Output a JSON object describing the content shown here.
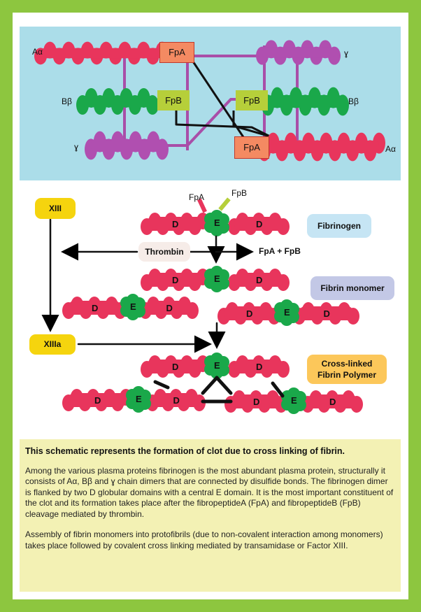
{
  "colors": {
    "frame": "#8dc63f",
    "top_panel": "#abdde9",
    "alpha_chain": "#e8355c",
    "beta_chain": "#1aa84a",
    "gamma_chain": "#b04fb0",
    "connector": "#a94ea8",
    "fp_box": "#f48a62",
    "fpb_box": "#b6cf3a",
    "domain_d": "#e8355c",
    "domain_e": "#1aa84a",
    "factor_box": "#f5d40e",
    "description_bg": "#f3f1b4"
  },
  "top_panel": {
    "aalpha_left": "Aα",
    "bbeta_left": "Bβ",
    "gamma_left": "ɣ",
    "gamma_right": "ɣ",
    "bbeta_right": "Bβ",
    "aalpha_right": "Aα",
    "fpa_top": "FpA",
    "fpb_left": "FpB",
    "fpb_right": "FpB",
    "fpa_bottom": "FpA"
  },
  "flow": {
    "xiii": "XIII",
    "xiiia": "XIIIa",
    "thrombin": "Thrombin",
    "fpa_small": "FpA",
    "fpb_small": "FpB",
    "cleavage_products": "FpA + FpB",
    "fibrinogen": "Fibrinogen",
    "fibrin_monomer": "Fibrin monomer",
    "crosslinked_line1": "Cross-linked",
    "crosslinked_line2": "Fibrin Polymer",
    "domain_d": "D",
    "domain_e": "E"
  },
  "description": {
    "heading": "This schematic represents the formation of clot due to cross linking of fibrin.",
    "paragraph1": "Among the various plasma proteins fibrinogen is the most abundant plasma protein, structurally it consists of Aα, Bβ and ɣ chain dimers that are connected by disulfide bonds. The fibrinogen dimer is flanked by two D globular domains with a central E domain. It is the most important constituent of the clot and its formation takes place after the fibropeptideA (FpA)  and fibropeptideB (FpB) cleavage mediated by thrombin.",
    "paragraph2": "Assembly of fibrin monomers into protofibrils (due to non-covalent interaction among monomers) takes place followed by covalent cross linking mediated by transamidase or Factor XIII."
  }
}
